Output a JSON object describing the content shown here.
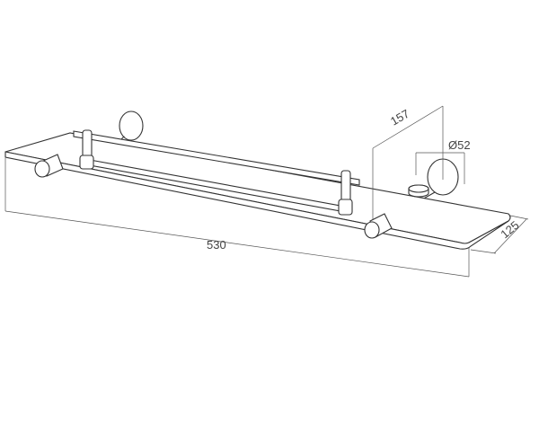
{
  "drawing": {
    "dimensions": {
      "length": "530",
      "depth": "125",
      "wall_distance": "157",
      "mount_diameter": "Ø52"
    }
  }
}
